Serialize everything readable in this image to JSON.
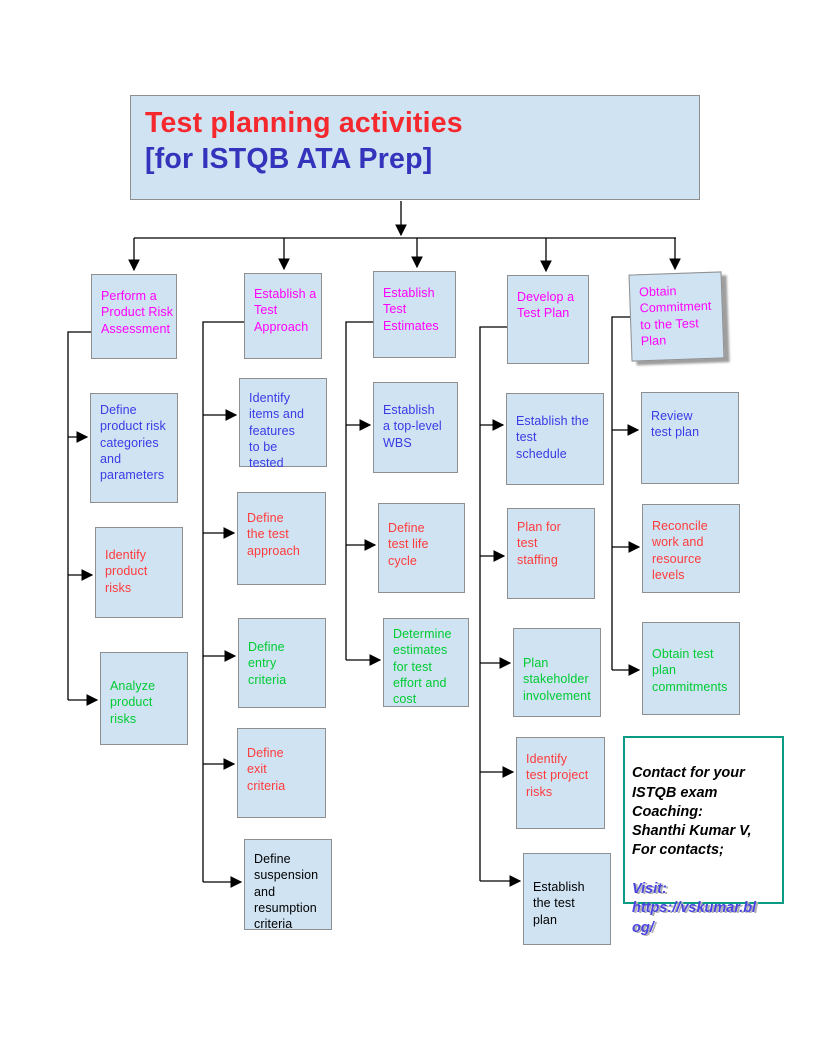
{
  "palette": {
    "box_fill": "#cfe3f3",
    "box_border": "#8f8f8f",
    "title_red": "#f5282d",
    "title_blue": "#3333bb",
    "magenta": "#ff00ff",
    "blue": "#3a3ae6",
    "red": "#ff3b3b",
    "green": "#00cc33",
    "black": "#000000",
    "contact_border": "#0b9a83",
    "link_blue": "#4a44e0",
    "connector": "#000000"
  },
  "title": {
    "line1": "Test planning activities",
    "line2": "[for ISTQB ATA Prep]"
  },
  "columns": [
    {
      "name": "product-risk-assessment",
      "boxes": [
        {
          "label": "Perform a\nProduct Risk\nAssessment",
          "color": "magenta"
        },
        {
          "label": "Define\nproduct risk\ncategories\nand\nparameters",
          "color": "blue"
        },
        {
          "label": "Identify\nproduct\nrisks",
          "color": "red"
        },
        {
          "label": "Analyze\nproduct\nrisks",
          "color": "green"
        }
      ]
    },
    {
      "name": "test-approach",
      "boxes": [
        {
          "label": "Establish a\nTest\nApproach",
          "color": "magenta"
        },
        {
          "label": "Identify\nitems and\nfeatures\nto be\ntested",
          "color": "blue"
        },
        {
          "label": "Define\nthe test\napproach",
          "color": "red"
        },
        {
          "label": "Define\nentry\ncriteria",
          "color": "green"
        },
        {
          "label": "Define\nexit\ncriteria",
          "color": "red"
        },
        {
          "label": "Define\nsuspension\nand\nresumption\ncriteria",
          "color": "black"
        }
      ]
    },
    {
      "name": "test-estimates",
      "boxes": [
        {
          "label": "Establish\nTest\nEstimates",
          "color": "magenta"
        },
        {
          "label": "Establish\na top-level\nWBS",
          "color": "blue"
        },
        {
          "label": "Define\ntest life\ncycle",
          "color": "red"
        },
        {
          "label": "Determine\nestimates\nfor test\neffort and\ncost",
          "color": "green"
        }
      ]
    },
    {
      "name": "test-plan",
      "boxes": [
        {
          "label": "Develop a\nTest Plan",
          "color": "magenta"
        },
        {
          "label": "Establish the\ntest\nschedule",
          "color": "blue"
        },
        {
          "label": "Plan for\ntest\nstaffing",
          "color": "red"
        },
        {
          "label": "Plan\nstakeholder\ninvolvement",
          "color": "green"
        },
        {
          "label": "Identify\ntest project\nrisks",
          "color": "red"
        },
        {
          "label": "Establish\nthe test\nplan",
          "color": "black"
        }
      ]
    },
    {
      "name": "commitment",
      "boxes": [
        {
          "label": "Obtain\nCommitment\nto the Test\nPlan",
          "color": "magenta"
        },
        {
          "label": "Review\ntest plan",
          "color": "blue"
        },
        {
          "label": "Reconcile\nwork and\nresource\nlevels",
          "color": "red"
        },
        {
          "label": "Obtain test\nplan\ncommitments",
          "color": "green"
        }
      ]
    }
  ],
  "contact": {
    "text": "Contact for your\nISTQB exam\nCoaching:\nShanthi Kumar V,\nFor contacts;",
    "link_text": "Visit:\nhttps://vskumar.bl\nog/",
    "link_url": "https://vskumar.blog/"
  }
}
